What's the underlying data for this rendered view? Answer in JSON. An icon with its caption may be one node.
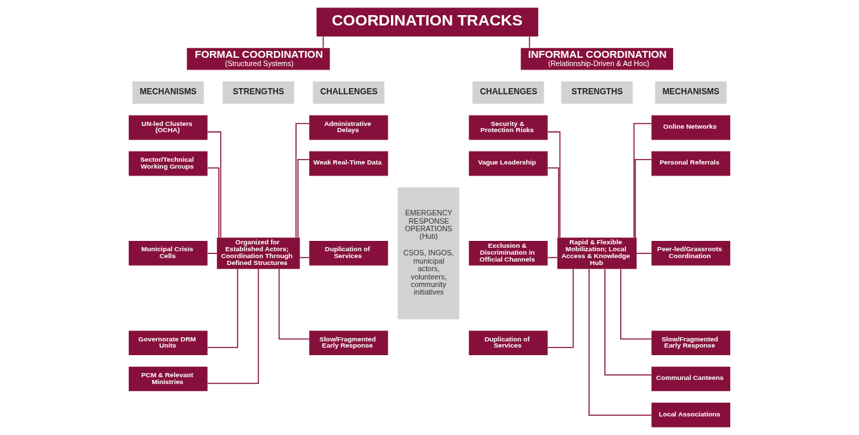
{
  "diagram": {
    "nodes": [
      {
        "text": [
          "COORDINATION TRACKS"
        ]
      },
      {
        "text": [
          "FORMAL COORDINATION",
          "(Structured Systems)"
        ]
      },
      {
        "text": [
          "MECHANISMS"
        ]
      },
      {
        "text": [
          "STRENGTHS"
        ]
      },
      {
        "text": [
          "CHALLENGES"
        ]
      },
      {
        "text": [
          "UN-led Clusters (OCHA)"
        ]
      },
      {
        "text": [
          "Sector/Technical Working Groups"
        ]
      },
      {
        "text": [
          "Municipal Crisis Cells"
        ]
      },
      {
        "text": [
          "Governorate DRM Units"
        ]
      },
      {
        "text": [
          "PCM & Relevant Ministries"
        ]
      },
      {
        "text": [
          "Organized for Established Actors; Coordination Through Defined Structures"
        ]
      },
      {
        "text": [
          "Administrative Delays"
        ]
      },
      {
        "text": [
          "Weak Real-Time Data"
        ]
      },
      {
        "text": [
          "Duplication of Services"
        ]
      },
      {
        "text": [
          "Slow/Fragmented Early Response"
        ]
      },
      {
        "text": [
          "EMERGENCY RESPONSE OPERATIONS (Hub)",
          "CSOS, INGOS, municipal actors, volunteers, community initiatives"
        ]
      },
      {
        "text": [
          "INFORMAL COORDINATION",
          "(Relationship-Driven & Ad Hoc)"
        ]
      },
      {
        "text": [
          "CHALLENGES"
        ]
      },
      {
        "text": [
          "STRENGTHS"
        ]
      },
      {
        "text": [
          "MECHANISMS"
        ]
      },
      {
        "text": [
          "Security & Protection Risks"
        ]
      },
      {
        "text": [
          "Vague Leadership"
        ]
      },
      {
        "text": [
          "Exclusion & Discrimination in Official Channels"
        ]
      },
      {
        "text": [
          "Duplication of Services"
        ]
      },
      {
        "text": [
          "Rapid & Flexible Mobilization; Local Access & Knowledge Hub"
        ]
      },
      {
        "text": [
          "Online Networks"
        ]
      },
      {
        "text": [
          "Personal Referrals"
        ]
      },
      {
        "text": [
          "Peer-led/Grassroots Coordination"
        ]
      },
      {
        "text": [
          "Slow/Fragmented Early Response"
        ]
      },
      {
        "text": [
          "Communal Canteens"
        ]
      },
      {
        "text": [
          "Local Associations"
        ]
      }
    ],
    "edges": [
      {
        "from": 0,
        "to": 1,
        "arrow": "none"
      },
      {
        "from": 0,
        "to": 16,
        "arrow": "none"
      },
      {
        "from": 5,
        "to": 10,
        "arrow": "none"
      },
      {
        "from": 6,
        "to": 10,
        "arrow": "none"
      },
      {
        "from": 7,
        "to": 10,
        "arrow": "none"
      },
      {
        "from": 8,
        "to": 10,
        "arrow": "none"
      },
      {
        "from": 9,
        "to": 10,
        "arrow": "none"
      },
      {
        "from": 10,
        "to": 11,
        "arrow": "none"
      },
      {
        "from": 10,
        "to": 12,
        "arrow": "none"
      },
      {
        "from": 10,
        "to": 13,
        "arrow": "none"
      },
      {
        "from": 10,
        "to": 14,
        "arrow": "none"
      },
      {
        "from": 20,
        "to": 24,
        "arrow": "none"
      },
      {
        "from": 21,
        "to": 24,
        "arrow": "none"
      },
      {
        "from": 22,
        "to": 24,
        "arrow": "none"
      },
      {
        "from": 23,
        "to": 24,
        "arrow": "none"
      },
      {
        "from": 24,
        "to": 25,
        "arrow": "none"
      },
      {
        "from": 24,
        "to": 26,
        "arrow": "none"
      },
      {
        "from": 24,
        "to": 27,
        "arrow": "none"
      },
      {
        "from": 24,
        "to": 28,
        "arrow": "none"
      },
      {
        "from": 24,
        "to": 29,
        "arrow": "none"
      },
      {
        "from": 24,
        "to": 30,
        "arrow": "none"
      }
    ]
  }
}
